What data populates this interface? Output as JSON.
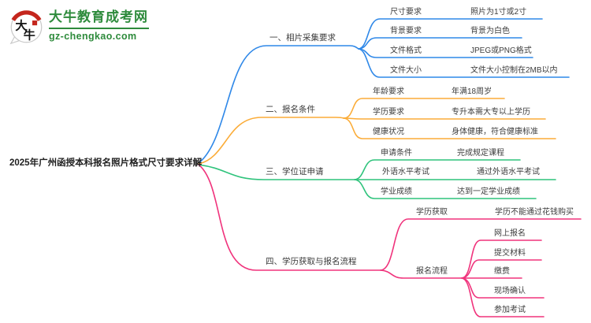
{
  "brand": {
    "site_name": "大牛教育成考网",
    "site_url": "gz-chengkao.com",
    "logo_chars_top": "大",
    "logo_chars_bottom": "牛",
    "green": "#2e8b3c"
  },
  "root": {
    "title": "2025年广州函授本科报名照片格式尺寸要求详解"
  },
  "branches": [
    {
      "label": "一、相片采集要求",
      "color": "#2f88e8",
      "items": [
        {
          "label": "尺寸要求",
          "value": "照片为1寸或2寸"
        },
        {
          "label": "背景要求",
          "value": "背景为白色"
        },
        {
          "label": "文件格式",
          "value": "JPEG或PNG格式"
        },
        {
          "label": "文件大小",
          "value": "文件大小控制在2MB以内"
        }
      ]
    },
    {
      "label": "二、报名条件",
      "color": "#fbac38",
      "items": [
        {
          "label": "年龄要求",
          "value": "年满18周岁"
        },
        {
          "label": "学历要求",
          "value": "专升本需大专以上学历"
        },
        {
          "label": "健康状况",
          "value": "身体健康，符合健康标准"
        }
      ]
    },
    {
      "label": "三、学位证申请",
      "color": "#2fc37c",
      "items": [
        {
          "label": "申请条件",
          "value": "完成规定课程"
        },
        {
          "label": "外语水平考试",
          "value": "通过外语水平考试"
        },
        {
          "label": "学业成绩",
          "value": "达到一定学业成绩"
        }
      ]
    },
    {
      "label": "四、学历获取与报名流程",
      "color": "#f0337c",
      "items": [
        {
          "label": "学历获取",
          "value": "学历不能通过花钱购买"
        },
        {
          "label": "报名流程",
          "value": ""
        }
      ],
      "steps": [
        "网上报名",
        "提交材料",
        "缴费",
        "现场确认",
        "参加考试"
      ]
    }
  ]
}
